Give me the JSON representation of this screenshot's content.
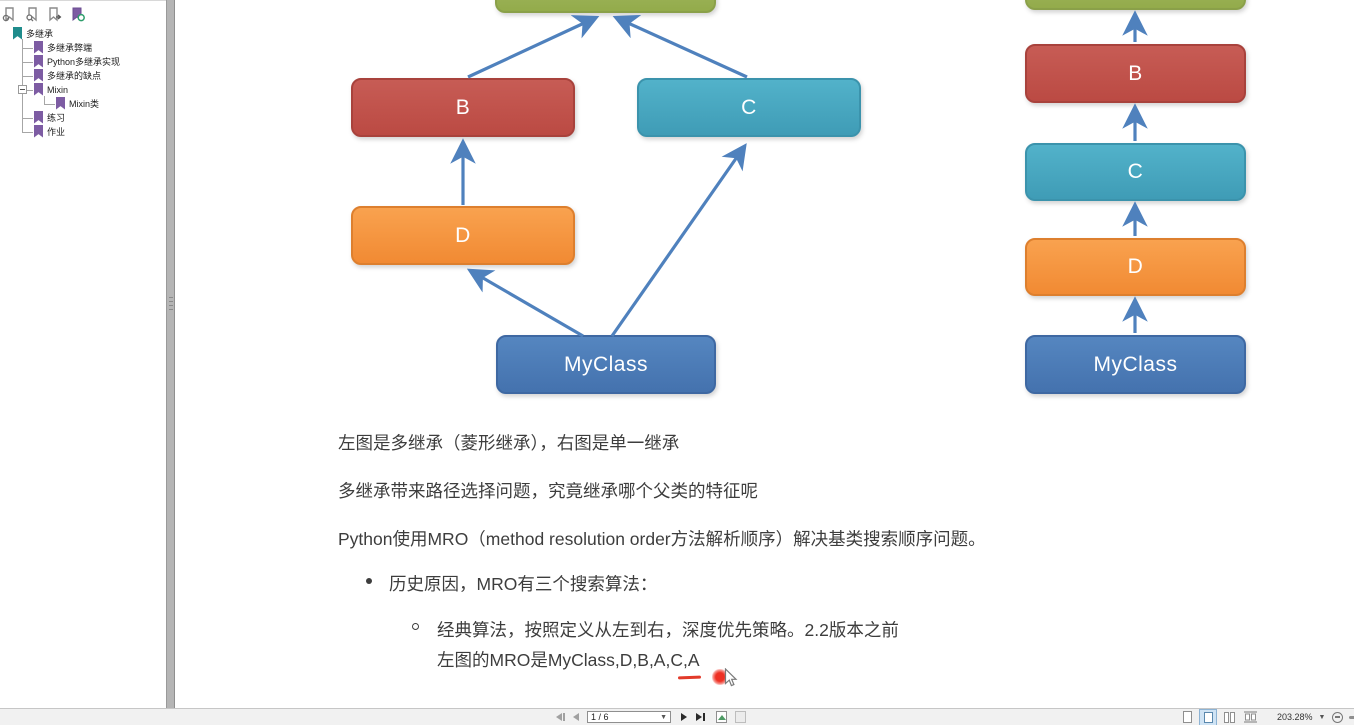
{
  "sidebar": {
    "toolbar": [
      {
        "icon": "bookmark-locate-icon"
      },
      {
        "icon": "bookmark-search-icon"
      },
      {
        "icon": "bookmark-export-icon"
      },
      {
        "icon": "bookmark-new-icon"
      }
    ],
    "bookmarks": [
      {
        "label": "多继承"
      },
      {
        "label": "多继承弊端"
      },
      {
        "label": "Python多继承实现"
      },
      {
        "label": "多继承的缺点"
      },
      {
        "label": "Mixin"
      },
      {
        "label": "Mixin类"
      },
      {
        "label": "练习"
      },
      {
        "label": "作业"
      }
    ]
  },
  "diagram": {
    "left_nodes": [
      {
        "label": "B"
      },
      {
        "label": "C"
      },
      {
        "label": "D"
      },
      {
        "label": "MyClass"
      }
    ],
    "right_nodes": [
      {
        "label": "B"
      },
      {
        "label": "C"
      },
      {
        "label": "D"
      },
      {
        "label": "MyClass"
      }
    ],
    "colors": {
      "green": "#9bbb59",
      "red": "#c0504d",
      "teal": "#4bacc6",
      "orange": "#f79646",
      "blue": "#4f81bd",
      "arrow": "#4f81bd",
      "annotation_red": "#e23a2a"
    }
  },
  "content": {
    "paragraphs": [
      "左图是多继承（菱形继承），右图是单一继承",
      "多继承带来路径选择问题，究竟继承哪个父类的特征呢",
      "Python使用MRO（method resolution order方法解析顺序）解决基类搜索顺序问题。"
    ],
    "bullet": "历史原因，MRO有三个搜索算法：",
    "sub_bullet_line1": "经典算法，按照定义从左到右，深度优先策略。2.2版本之前",
    "sub_bullet_line2": "左图的MRO是MyClass,D,B,A,C,A"
  },
  "statusbar": {
    "page_indicator": "1 / 6",
    "zoom_level": "203.28%"
  }
}
